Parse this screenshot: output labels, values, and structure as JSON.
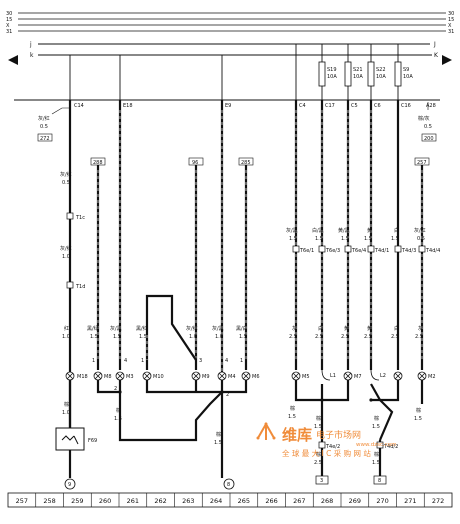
{
  "rails": {
    "left": [
      "30",
      "15",
      "X",
      "31"
    ],
    "right": [
      "30",
      "15",
      "X",
      "31"
    ]
  },
  "bus": {
    "j_label": "j",
    "k_label": "k",
    "j_right": "J",
    "k_right": "K"
  },
  "fuses": [
    {
      "id": "S19",
      "rating": "10A"
    },
    {
      "id": "S21",
      "rating": "10A"
    },
    {
      "id": "S22",
      "rating": "10A"
    },
    {
      "id": "S9",
      "rating": "10A"
    }
  ],
  "connectors": {
    "top": [
      "C14",
      "E18",
      "E9",
      "C4",
      "C17",
      "C5",
      "C6",
      "C16",
      "A28"
    ],
    "refs": [
      "288",
      "96",
      "285",
      "257"
    ],
    "ground_ref_left": "272",
    "ground_ref_right": "200"
  },
  "wires": {
    "c14_top": {
      "color": "灰/红",
      "size": "0.5"
    },
    "c14_mid": {
      "color": "灰/红",
      "size": "0.5"
    },
    "c14_low": {
      "color": "灰/红",
      "size": "1.0"
    },
    "c14_bottom": {
      "color": "红",
      "size": "1.0"
    },
    "a28_top": {
      "color": "棕/灰",
      "size": "0.5"
    },
    "col_259": {
      "color": "黑/绿",
      "size": "1.5"
    },
    "col_260": {
      "color": "灰/黑",
      "size": "1.5"
    },
    "col_261": {
      "color": "黑/红",
      "size": "1.5"
    },
    "col_263": {
      "color": "灰/红",
      "size": "1.0"
    },
    "col_264": {
      "color": "灰/黑",
      "size": "1.0"
    },
    "col_265": {
      "color": "黑/白",
      "size": "1.5"
    },
    "col_267a": {
      "color": "灰/黑",
      "size": "1.5"
    },
    "col_268a": {
      "color": "白/黑",
      "size": "1.5"
    },
    "col_269a": {
      "color": "黄/黑",
      "size": "1.5"
    },
    "col_270a": {
      "color": "黄",
      "size": "1.5"
    },
    "col_271a": {
      "color": "白",
      "size": "1.5"
    },
    "col_272a": {
      "color": "灰/红",
      "size": "0.5"
    },
    "col_267b": {
      "color": "灰",
      "size": "2.5"
    },
    "col_268b": {
      "color": "白",
      "size": "2.5"
    },
    "col_269b": {
      "color": "黄",
      "size": "2.5"
    },
    "col_270b": {
      "color": "黄",
      "size": "2.5"
    },
    "col_271b": {
      "color": "白",
      "size": "2.5"
    },
    "col_272b": {
      "color": "灰",
      "size": "2.5"
    }
  },
  "plugs": {
    "c14_1": "T1c",
    "c14_2": "T1d",
    "row": [
      "T6e/1",
      "T6e/3",
      "T6e/4",
      "T4d/1",
      "T4d/3",
      "T4d/4"
    ],
    "lower_left": "T4e/2",
    "lower_right": "T4d/2"
  },
  "lamps": [
    {
      "id": "M18",
      "pin": ""
    },
    {
      "id": "M8",
      "pin": "1"
    },
    {
      "id": "M3",
      "pin": "4"
    },
    {
      "id": "M10",
      "pin": "1"
    },
    {
      "id": "M9",
      "pin": "3"
    },
    {
      "id": "M4",
      "pin": "4"
    },
    {
      "id": "M6",
      "pin": "1"
    },
    {
      "id": "M5",
      "pin": ""
    },
    {
      "id": "L1",
      "pin": ""
    },
    {
      "id": "M7",
      "pin": ""
    },
    {
      "id": "L2",
      "pin": ""
    },
    {
      "id": "M2",
      "pin": ""
    }
  ],
  "ground_wires": [
    {
      "color": "棕",
      "size": "1.0"
    },
    {
      "color": "棕",
      "size": "1.5"
    },
    {
      "color": "棕",
      "size": "1.5"
    },
    {
      "color": "棕",
      "size": "1.5"
    },
    {
      "color": "棕",
      "size": "1.5"
    },
    {
      "color": "棕",
      "size": "2.5"
    },
    {
      "color": "棕",
      "size": "1.5"
    },
    {
      "color": "棕",
      "size": "1.5"
    },
    {
      "color": "棕",
      "size": "1.5"
    }
  ],
  "nodes": {
    "n2a": "2",
    "n2b": "2"
  },
  "component": {
    "id": "F69"
  },
  "grounds": {
    "g9": "9",
    "g8": "8",
    "g3": "3",
    "g8b": "8"
  },
  "axis": [
    "257",
    "258",
    "259",
    "260",
    "261",
    "262",
    "263",
    "264",
    "265",
    "266",
    "267",
    "268",
    "269",
    "270",
    "271",
    "272"
  ],
  "watermark": {
    "brand": "维库",
    "title": "电子市场网",
    "slogan": "全 球 最 大 I C 采 购 网 站",
    "url": "www.dzsc.com"
  },
  "colors": {
    "line": "#111111",
    "watermark": "#f08c3a"
  }
}
